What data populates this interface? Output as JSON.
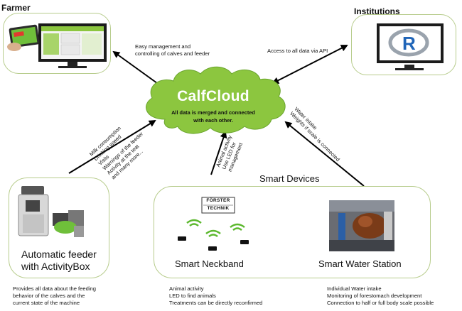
{
  "farmer": {
    "title": "Farmer"
  },
  "institutions": {
    "title": "Institutions"
  },
  "cloud": {
    "title": "CalfCloud",
    "line1": "All data is merged and connected",
    "line2": "with each other."
  },
  "links": {
    "farmer_desc": [
      "Easy management and",
      "controlling of calves and feeder"
    ],
    "institutions_desc": "Access to all data via API",
    "feeder_rotated": [
      "Milk consumption",
      "Drinking speed",
      "Visits",
      "Warnings of the feeder",
      "Activity at the teat",
      "and many more..."
    ],
    "neckband_rotated": [
      "Animal activity",
      "Use LED for",
      "management"
    ],
    "water_rotated": [
      "Water intake",
      "Weights if scale is connected"
    ]
  },
  "smart_devices": {
    "title": "Smart Devices"
  },
  "feeder": {
    "label1": "Automatic feeder",
    "label2": "with ActivityBox",
    "desc": [
      "Provides all data about the feeding",
      "behavior of the calves and the",
      "current state of the machine"
    ]
  },
  "neckband": {
    "label": "Smart Neckband",
    "brand1": "FÖRSTER",
    "brand2": "TECHNIK",
    "desc": [
      "Animal activity",
      "LED to find animals",
      "Treatments can be directly reconfirmed"
    ]
  },
  "water_station": {
    "label": "Smart Water Station",
    "desc": [
      "Individual Water intake",
      "Monitoring of forestomach development",
      "Connection to half or full body scale possible"
    ]
  },
  "r_logo": {
    "letter": "R"
  },
  "colors": {
    "cloud_fill": "#8cc63f",
    "box_border": "#b7cc8c",
    "wifi": "#5cb82e",
    "r_blue": "#2065b8"
  }
}
